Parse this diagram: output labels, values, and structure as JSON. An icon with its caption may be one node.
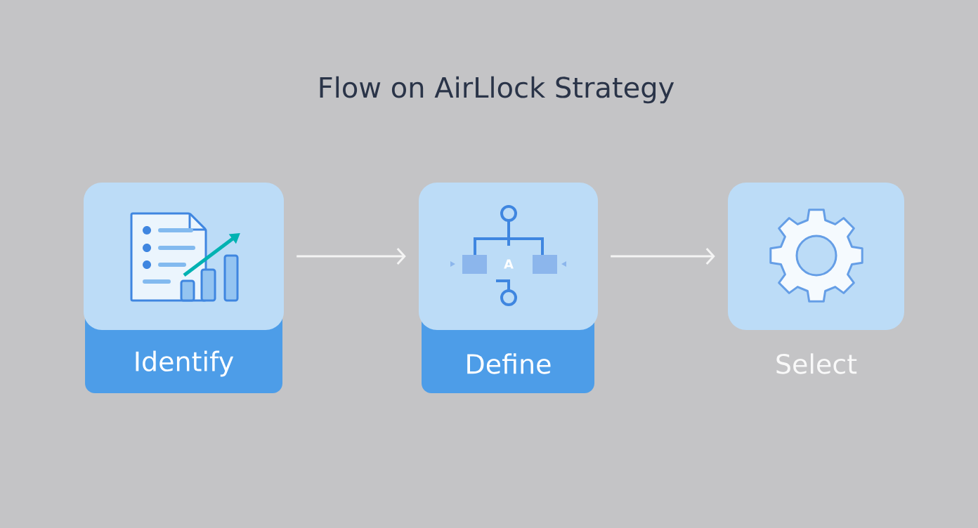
{
  "diagram": {
    "title": "Flow on AirLlock Strategy",
    "nodes": [
      {
        "text": [
          "Identify"
        ]
      },
      {
        "text": [
          "Define"
        ]
      },
      {
        "text": [
          "Select"
        ]
      }
    ],
    "edges": [
      {
        "from": 0,
        "to": 1,
        "arrow": "to"
      },
      {
        "from": 1,
        "to": 2,
        "arrow": "to"
      }
    ],
    "labels": [
      "A"
    ]
  }
}
